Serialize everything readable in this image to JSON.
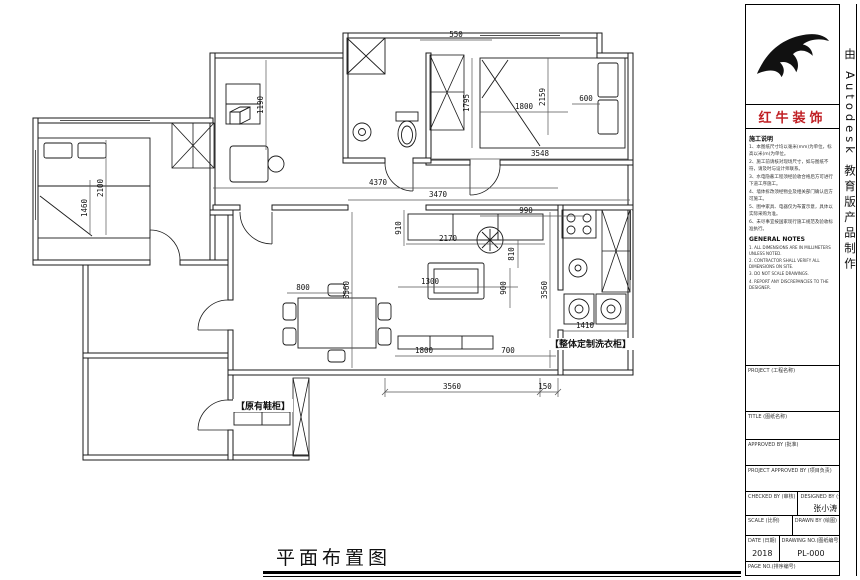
{
  "drawing": {
    "title": "平面布置图",
    "labels": {
      "laundry_cabinet": "【整体定制洗衣柜】",
      "shoe_cabinet": "【原有鞋柜】"
    },
    "dims": {
      "top_550": "550",
      "study_1190": "1190",
      "bed2_1795": "1795",
      "bed2_2159": "2159",
      "bed2_1800": "1800",
      "tr_600": "600",
      "br_3548": "3548",
      "cor_4370": "4370",
      "cor_3470": "3470",
      "bed1_2100": "2100",
      "bed1_1460": "1460",
      "liv_910": "910",
      "liv_990": "990",
      "liv_2170": "2170",
      "liv_810": "810",
      "liv_1300": "1300",
      "liv_900": "900",
      "liv_3560_left": "3560",
      "liv_3560_right": "3560",
      "laundry_1410": "1410",
      "dining_800": "800",
      "bot_1800": "1800",
      "bot_700": "700",
      "bot_3560": "3560",
      "bot_150": "150"
    }
  },
  "titleblock": {
    "company": "红牛装饰",
    "watermark": "由 Autodesk 教育版产品制作",
    "colors": {
      "accent_red": "#c01f24",
      "line": "#1a1a1a"
    },
    "notes_cn_title": "施工说明",
    "notes_cn": [
      "1、本图纸尺寸均以毫米(mm)为单位，标高以米(m)为单位。",
      "2、施工前请核对现场尺寸，如与图纸不符，请及时与设计师联系。",
      "3、水电隐蔽工程须经验收合格后方可进行下道工序施工。",
      "4、墙体拆改须经物业及相关部门确认后方可施工。",
      "5、图中家具、电器仅为布置示意，具体以实际采购为准。",
      "6、未尽事宜按国家现行施工规范及验收标准执行。"
    ],
    "notes_en_title": "GENERAL NOTES",
    "notes_en": [
      "1. ALL DIMENSIONS ARE IN MILLIMETERS UNLESS NOTED.",
      "2. CONTRACTOR SHALL VERIFY ALL DIMENSIONS ON SITE.",
      "3. DO NOT SCALE DRAWINGS.",
      "4. REPORT ANY DISCREPANCIES TO THE DESIGNER."
    ],
    "fields": {
      "project": "PROJECT (工程名称)",
      "title": "TITLE (图纸名称)",
      "approved": "APPROVED BY (批准)",
      "project_approved": "PROJECT APPROVED BY (项目负责)",
      "checked": "CHECKED BY (审核)",
      "designed": "DESIGNED BY (设计)",
      "designed_value": "张小涛",
      "scale": "SCALE (比例)",
      "drawn": "DRAWN BY (绘图)",
      "date": "DATE (日期)",
      "date_value": "2018",
      "drawing_no": "DRAWING NO.(图纸编号)",
      "drawing_no_value": "PL-000",
      "page_no": "PAGE NO.(排序编号)"
    }
  }
}
